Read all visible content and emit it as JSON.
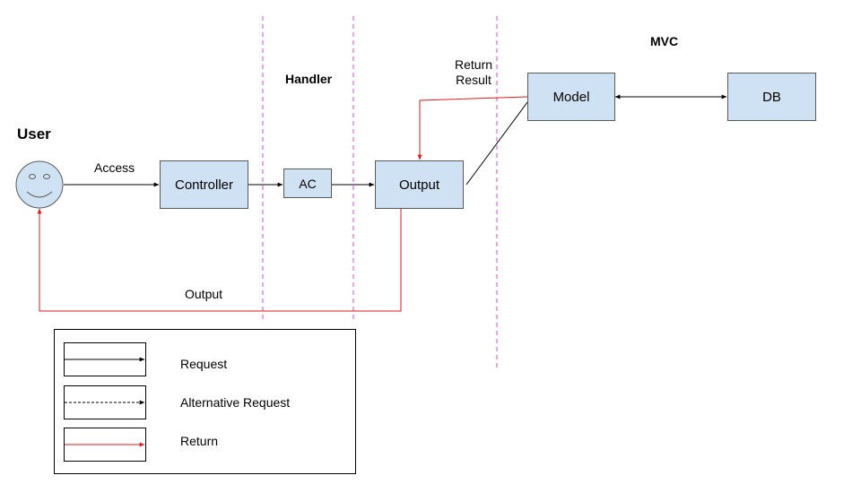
{
  "actor": {
    "label": "User"
  },
  "nodes": {
    "controller": "Controller",
    "ac": "AC",
    "output": "Output",
    "model": "Model",
    "db": "DB"
  },
  "zones": {
    "handler": "Handler",
    "mvc": "MVC"
  },
  "edge_labels": {
    "access": "Access",
    "return_result_line1": "Return",
    "return_result_line2": "Result",
    "output_return": "Output"
  },
  "legend": {
    "request": "Request",
    "alternative_request": "Alternative Request",
    "return": "Return"
  },
  "colors": {
    "box_fill": "#cfe2f3",
    "box_border": "#595959",
    "request_line": "#000000",
    "return_line": "#e51a1a",
    "zone_divider": "#d64fd6"
  }
}
